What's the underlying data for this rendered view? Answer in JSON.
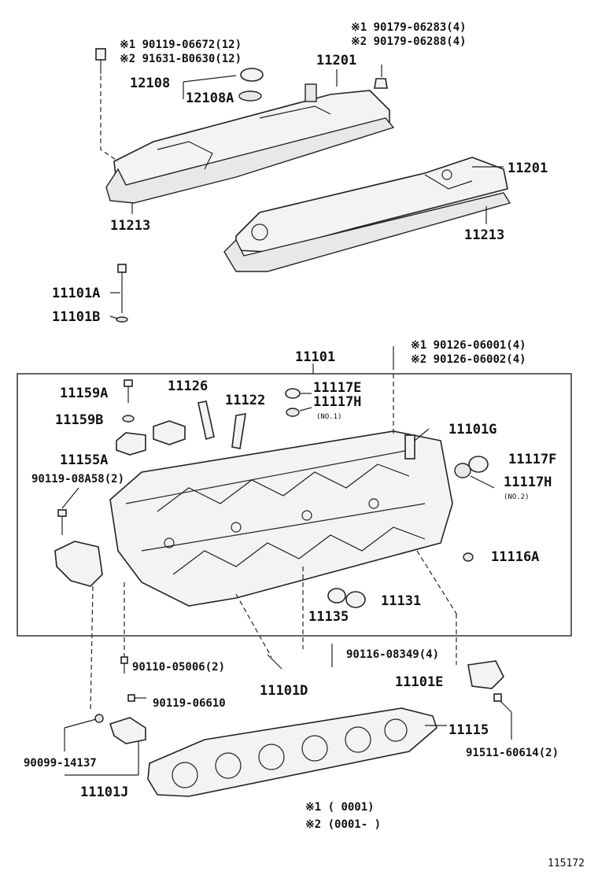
{
  "labels": {
    "hood_bolt_1": "※1  90119-06672(12)",
    "hood_bolt_2": "※2  91631-B0630(12)",
    "grommet_1": "※1  90179-06283(4)",
    "grommet_2": "※2  90179-06288(4)",
    "p11201_a": "11201",
    "p12108": "12108",
    "p12108A": "12108A",
    "p11201_b": "11201",
    "p11213_a": "11213",
    "p11213_b": "11213",
    "p11101A": "11101A",
    "p11101B": "11101B",
    "p11101": "11101",
    "stud_1": "※1  90126-06001(4)",
    "stud_2": "※2  90126-06002(4)",
    "p11159A": "11159A",
    "p11126": "11126",
    "p11122": "11122",
    "p11117E": "11117E",
    "p11117H_a": "11117H",
    "no1": "(NO.1)",
    "p11159B": "11159B",
    "p11101G": "11101G",
    "p11155A": "11155A",
    "p11117F": "11117F",
    "p90119_08A58": "90119-08A58(2)",
    "p11117H_b": "11117H",
    "no2": "(NO.2)",
    "p11116A": "11116A",
    "p11131": "11131",
    "p11135": "11135",
    "p90110": "90110-05006(2)",
    "p90116": "90116-08349(4)",
    "p11101D": "11101D",
    "p11101E": "11101E",
    "p90119_06610": "90119-06610",
    "p11115": "11115",
    "p90099": "90099-14137",
    "p91511": "91511-60614(2)",
    "p11101J": "11101J",
    "note_1": "※1  (       0001)",
    "note_2": "※2  (0001-        )",
    "fig_no": "115172"
  },
  "icons": [
    "hex-bolt-icon",
    "bolt-stud-icon",
    "gasket-ring-icon",
    "plug-icon",
    "sensor-icon"
  ]
}
